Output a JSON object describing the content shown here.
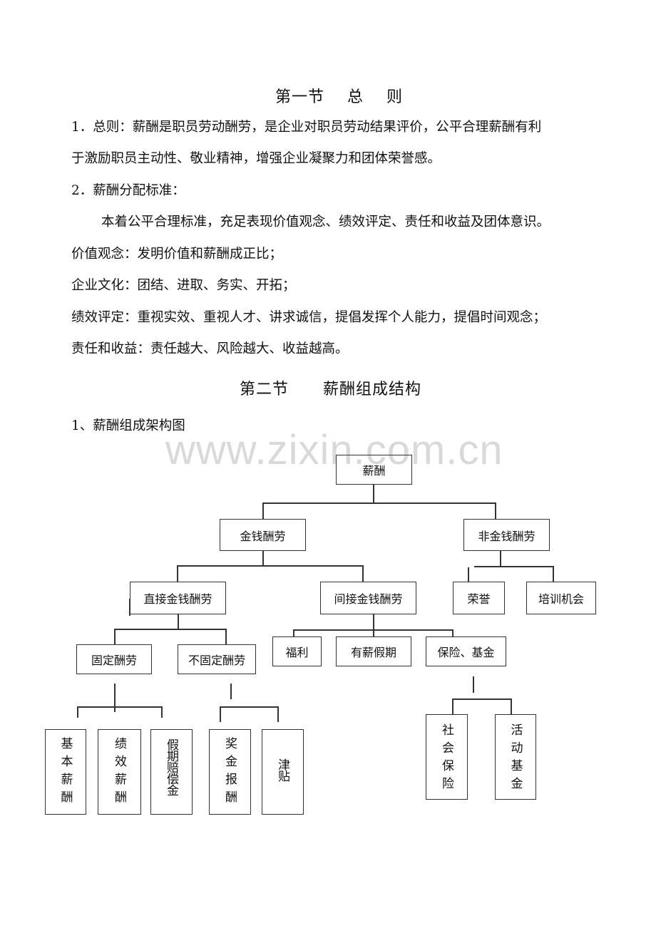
{
  "document": {
    "section1": {
      "title": "第一节    总    则",
      "para1_line1": "1．总则：薪酬是职员劳动酬劳，是企业对职员劳动结果评价，公平合理薪酬有利",
      "para1_line2": "于激励职员主动性、敬业精神，增强企业凝聚力和团体荣誉感。",
      "para2_heading": "2．薪酬分配标准：",
      "para2_body": "本着公平合理标准，充足表现价值观念、绩效评定、责任和收益及团体意识。",
      "values": "价值观念：发明价值和薪酬成正比；",
      "culture": "企业文化：团结、进取、务实、开拓；",
      "performance": "绩效评定：重视实效、重视人才、讲求诚信，提倡发挥个人能力，提倡时间观念；",
      "responsibility": "责任和收益：责任越大、风险越大、收益越高。"
    },
    "section2": {
      "title": "第二节      薪酬组成结构",
      "subheading": "1、薪酬组成架构图"
    },
    "watermark": "www.zixin.com.cn"
  },
  "org_chart": {
    "root": "薪酬",
    "monetary": "金钱酬劳",
    "non_monetary": "非金钱酬劳",
    "direct": "直接金钱酬劳",
    "indirect": "间接金钱酬劳",
    "honor": "荣誉",
    "training": "培训机会",
    "fixed": "固定酬劳",
    "variable": "不固定酬劳",
    "welfare": "福利",
    "paid_leave": "有薪假期",
    "insurance_fund": "保险、基金",
    "base_salary": "基本薪酬",
    "performance_pay": "绩效薪酬",
    "leave_compensation": "假期赔偿金",
    "bonus": "奖金报酬",
    "allowance": "津贴",
    "social_insurance": "社会保险",
    "activity_fund": "活动基金"
  }
}
